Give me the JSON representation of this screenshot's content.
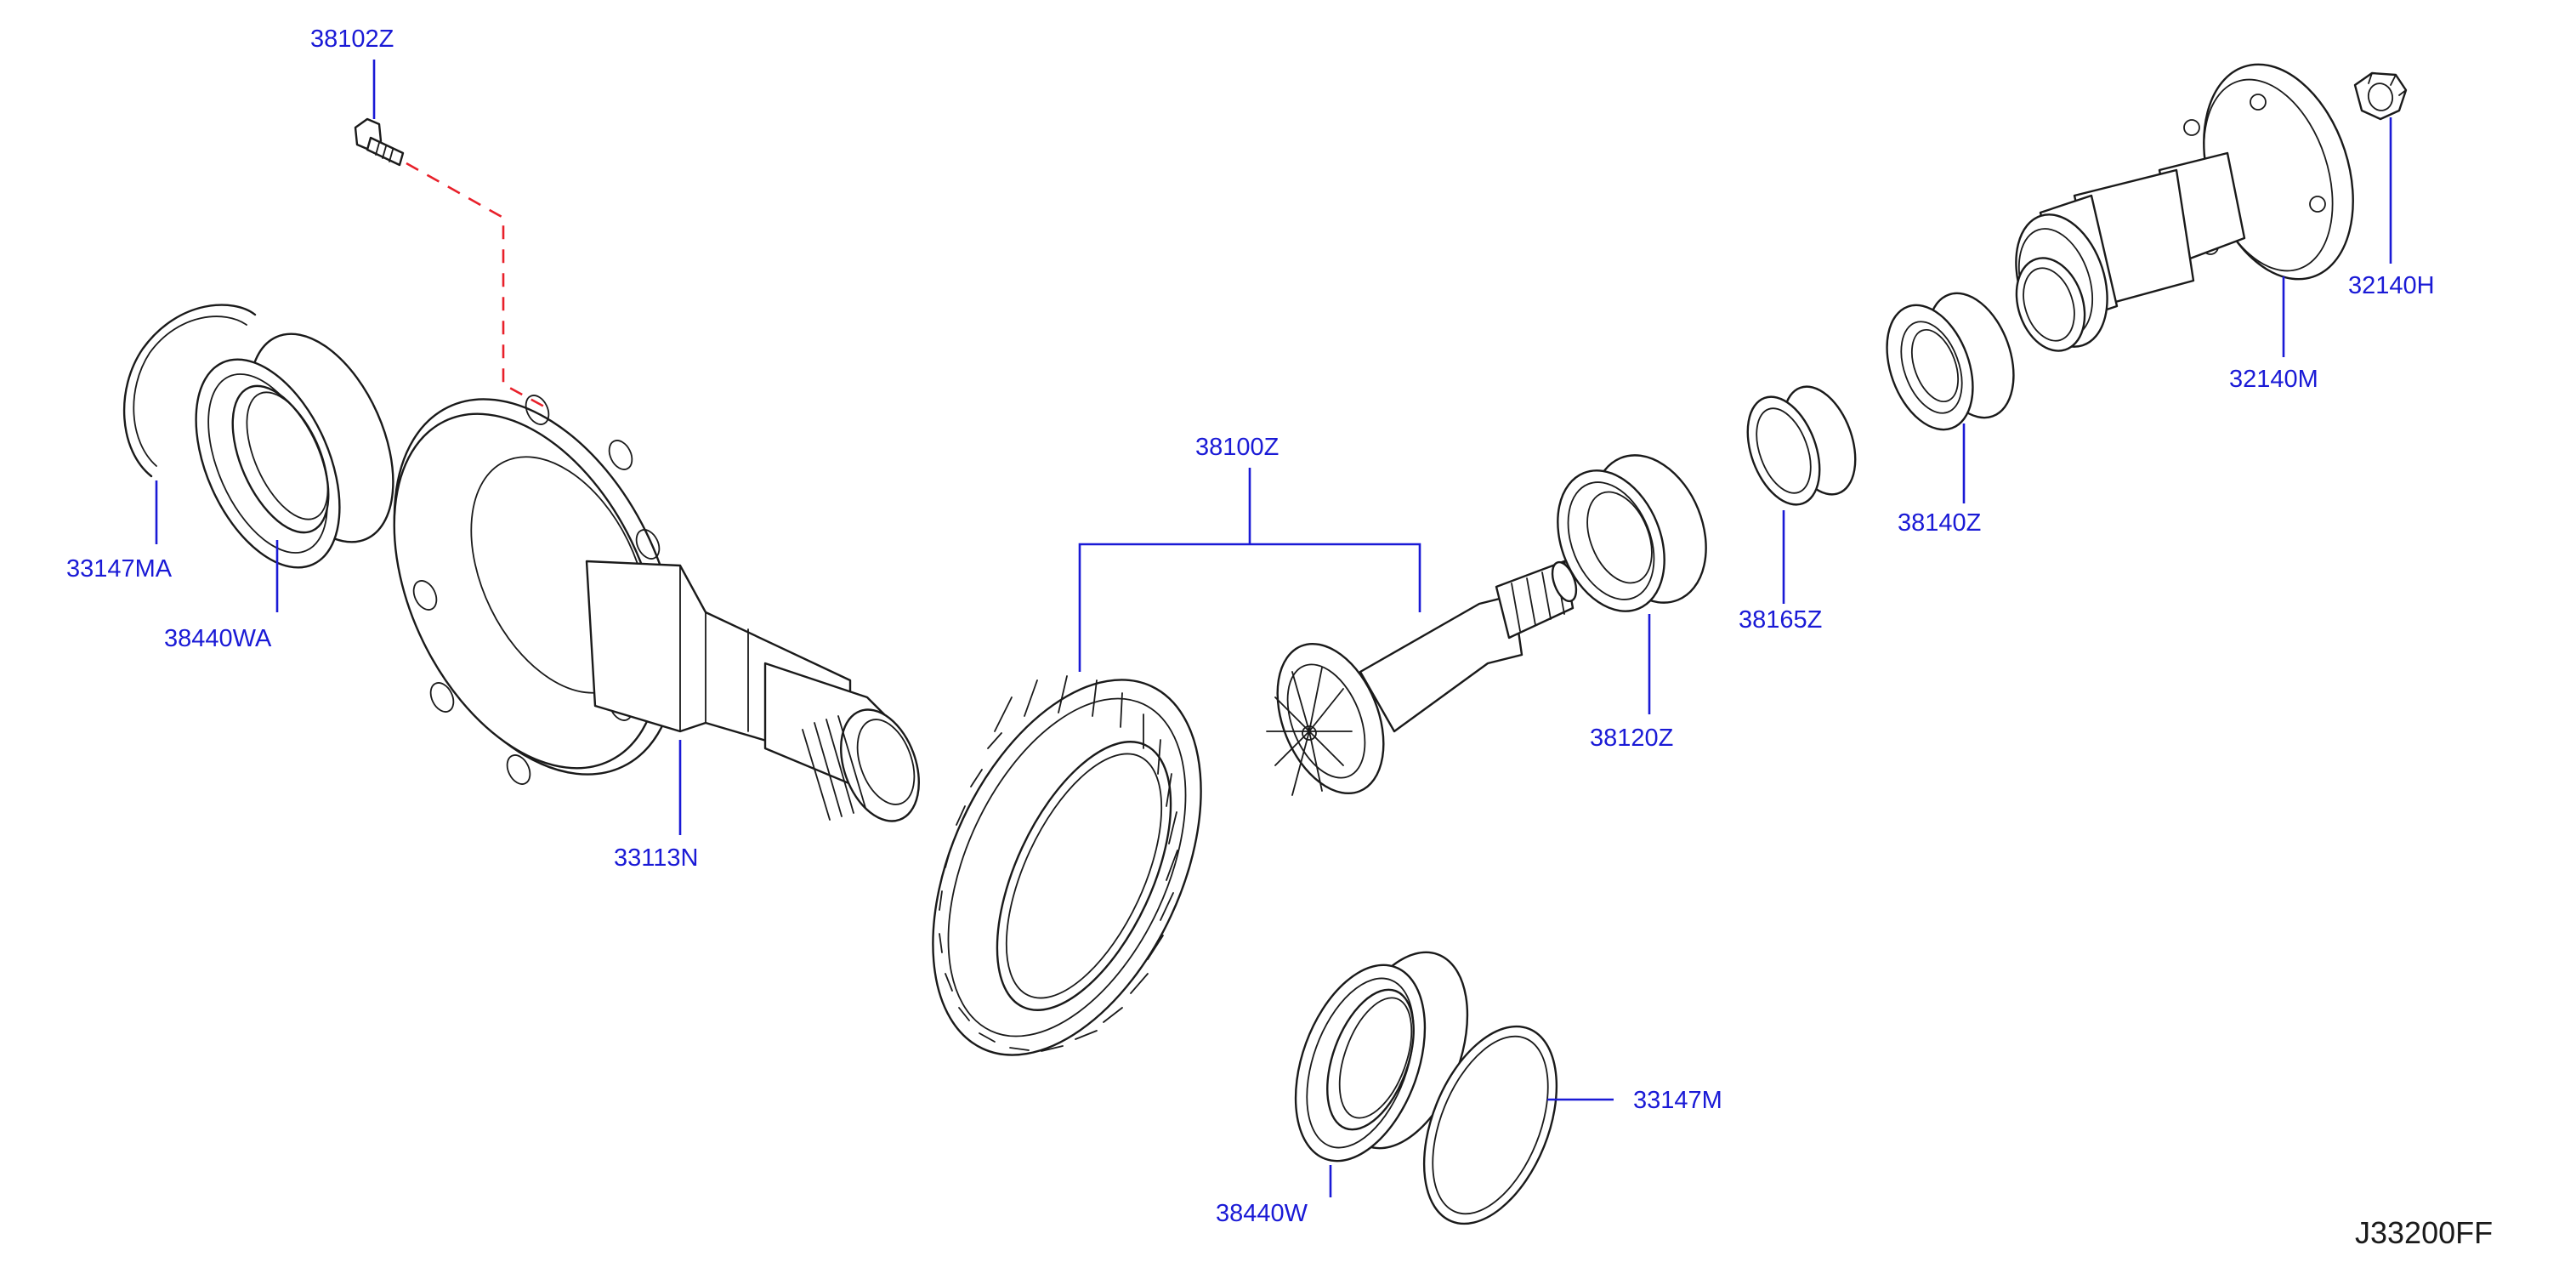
{
  "colors": {
    "callout": "#1a1ad6",
    "leader": "#1a1ad6",
    "hidden_line": "#e8202a",
    "line": "#1a1a1a"
  },
  "callouts": {
    "p38102Z": "38102Z",
    "p33147MA": "33147MA",
    "p38440WA": "38440WA",
    "p33113N": "33113N",
    "p38100Z": "38100Z",
    "p38120Z": "38120Z",
    "p38165Z": "38165Z",
    "p38140Z": "38140Z",
    "p32140M": "32140M",
    "p32140H": "32140H",
    "p38440W": "38440W",
    "p33147M": "33147M"
  },
  "diagram_code": "J33200FF"
}
